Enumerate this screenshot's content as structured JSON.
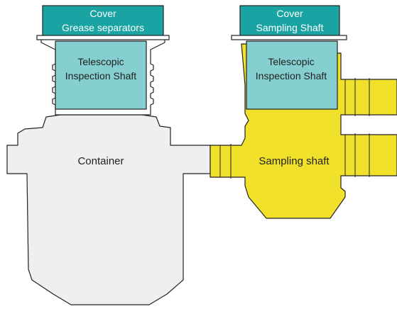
{
  "colors": {
    "cover_fill": "#1aa3a3",
    "shaft_fill": "#86cfd0",
    "container_fill": "#efefef",
    "sampling_fill": "#f2e12a",
    "stroke": "#222222"
  },
  "grease_separator": {
    "cover_line1": "Cover",
    "cover_line2": "Grease separators",
    "shaft_line1": "Telescopic",
    "shaft_line2": "Inspection Shaft",
    "container_label": "Container"
  },
  "sampling": {
    "cover_line1": "Cover",
    "cover_line2": "Sampling Shaft",
    "shaft_line1": "Telescopic",
    "shaft_line2": "Inspection Shaft",
    "body_label": "Sampling shaft"
  }
}
